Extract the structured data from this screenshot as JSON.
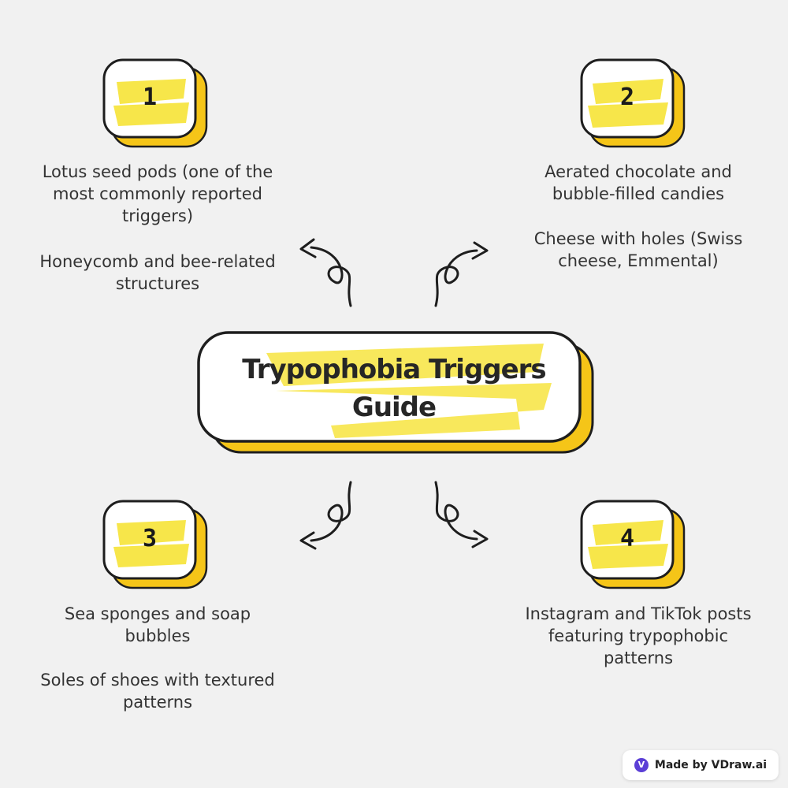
{
  "title": {
    "line1": "Trypophobia Triggers",
    "line2": "Guide"
  },
  "colors": {
    "accent": "#f7e64a",
    "shadow": "#f5c518",
    "stroke": "#1e1e1e",
    "background": "#f1f1f1"
  },
  "nodes": [
    {
      "number": "1",
      "items": [
        {
          "lines": [
            "Lotus seed pods (one of the",
            "most commonly reported",
            "triggers)"
          ]
        },
        {
          "lines": [
            "Honeycomb and bee-related",
            "structures"
          ]
        }
      ]
    },
    {
      "number": "2",
      "items": [
        {
          "lines": [
            "Aerated chocolate and",
            "bubble-filled candies"
          ]
        },
        {
          "lines": [
            "Cheese with holes (Swiss",
            "cheese, Emmental)"
          ]
        }
      ]
    },
    {
      "number": "3",
      "items": [
        {
          "lines": [
            "Sea sponges and soap",
            "bubbles"
          ]
        },
        {
          "lines": [
            "Soles of shoes with textured",
            "patterns"
          ]
        }
      ]
    },
    {
      "number": "4",
      "items": [
        {
          "lines": [
            "Instagram and TikTok posts",
            "featuring trypophobic",
            "patterns"
          ]
        }
      ]
    }
  ],
  "watermark": {
    "text": "Made by VDraw.ai",
    "icon": "vdraw-logo-icon"
  }
}
